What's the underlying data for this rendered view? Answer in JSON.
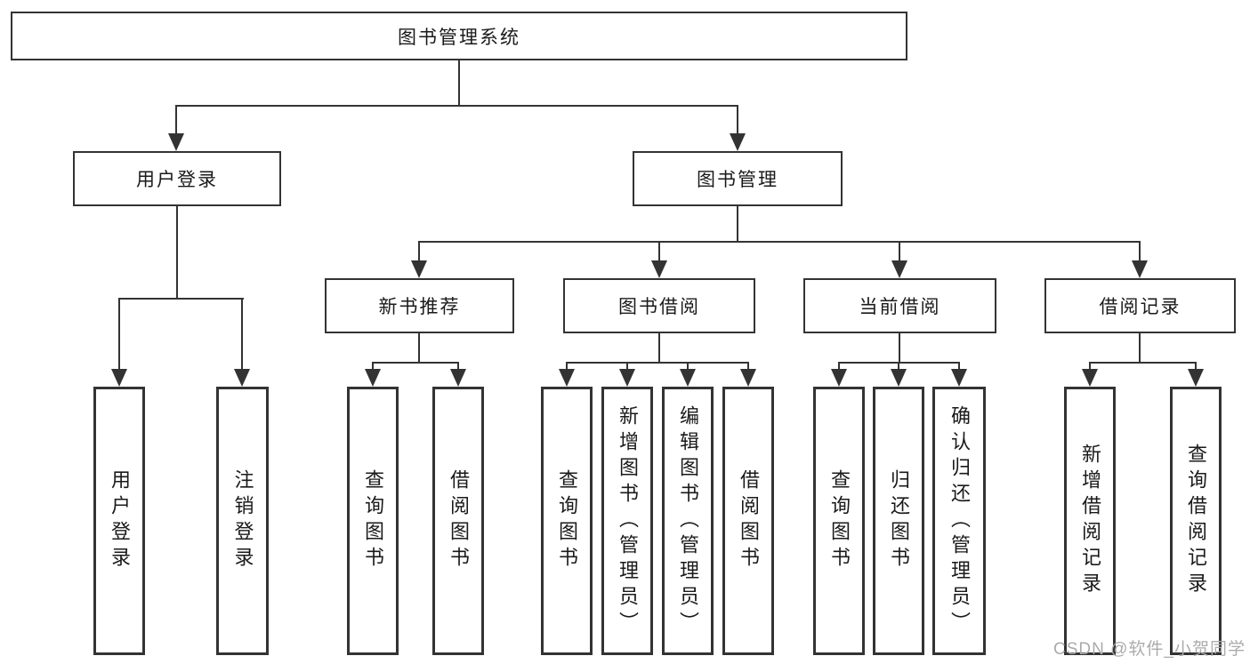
{
  "nodes": {
    "root": "图书管理系统",
    "user_login": "用户登录",
    "book_management": "图书管理",
    "new_book_recommend": "新书推荐",
    "book_borrow": "图书借阅",
    "current_borrow": "当前借阅",
    "borrow_records": "借阅记录"
  },
  "leaves": {
    "user_login": [
      "用户登录",
      "注销登录"
    ],
    "new_book_recommend": [
      "查询图书",
      "借阅图书"
    ],
    "book_borrow": [
      "查询图书",
      "新增图书（管理员）",
      "编辑图书（管理员）",
      "借阅图书"
    ],
    "current_borrow": [
      "查询图书",
      "归还图书",
      "确认归还（管理员）"
    ],
    "borrow_records": [
      "新增借阅记录",
      "查询借阅记录"
    ]
  },
  "watermark": "CSDN @软件_小贺同学",
  "colors": {
    "line": "#333333",
    "text": "#1a1a1a",
    "watermark": "#ababab",
    "background": "#ffffff"
  }
}
